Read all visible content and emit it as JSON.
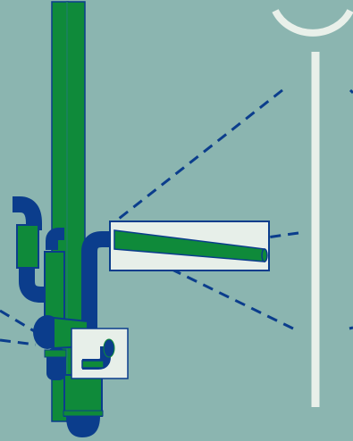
{
  "illustration": {
    "subject": "pipe-and-fitting-diagram",
    "elements": [
      "vertical-drain-pipes",
      "s-trap-bend",
      "elbow-fitting",
      "straight-pipe-segment",
      "callout-box-pipe",
      "callout-box-elbow",
      "hook-stand"
    ]
  },
  "colors": {
    "background": "#8bb5b0",
    "pipe_green": "#0f8a3a",
    "pipe_green_light": "#23a34d",
    "fitting_blue": "#0b3d8c",
    "callout_fill": "#e7efe9",
    "dash_line": "#0b3d8c",
    "stand": "#e9f0ea"
  }
}
